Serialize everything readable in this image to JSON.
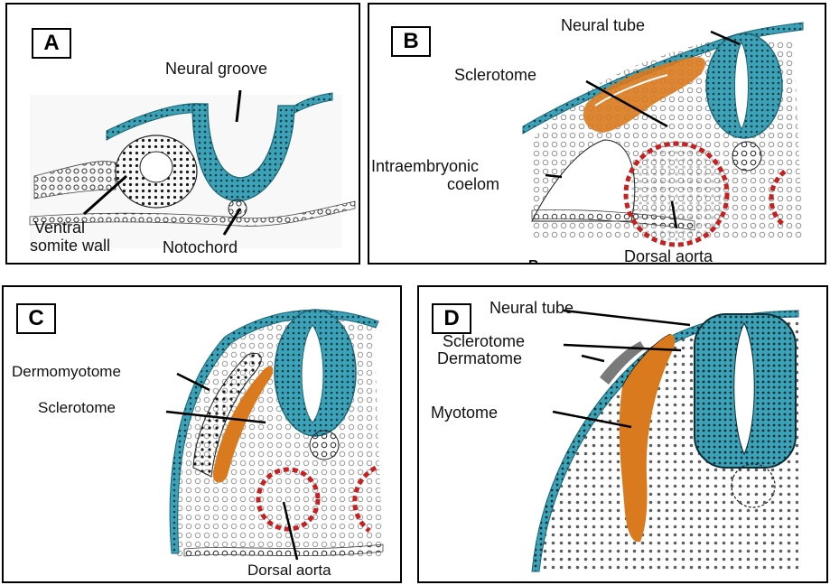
{
  "colors": {
    "neural": "#3ba2b8",
    "neural_dark": "#1d6675",
    "sclerotome": "#d97a1f",
    "aorta": "#c62020",
    "outline": "#000000"
  },
  "panels": {
    "a": {
      "letter": "A",
      "labels": {
        "neural_groove": "Neural groove",
        "ventral_somite_wall_1": "Ventral",
        "ventral_somite_wall_2": "somite wall",
        "notochord": "Notochord"
      }
    },
    "b": {
      "letter": "B",
      "labels": {
        "neural_tube": "Neural tube",
        "sclerotome": "Sclerotome",
        "coelom_1": "Intraembryonic",
        "coelom_2": "coelom",
        "dorsal_aorta": "Dorsal aorta",
        "stray": "B"
      }
    },
    "c": {
      "letter": "C",
      "labels": {
        "dermomyotome": "Dermomyotome",
        "sclerotome": "Sclerotome",
        "dorsal_aorta": "Dorsal aorta"
      }
    },
    "d": {
      "letter": "D",
      "labels": {
        "neural_tube": "Neural tube",
        "sclerotome": "Sclerotome",
        "dermatome": "Dermatome",
        "myotome": "Myotome"
      }
    }
  }
}
